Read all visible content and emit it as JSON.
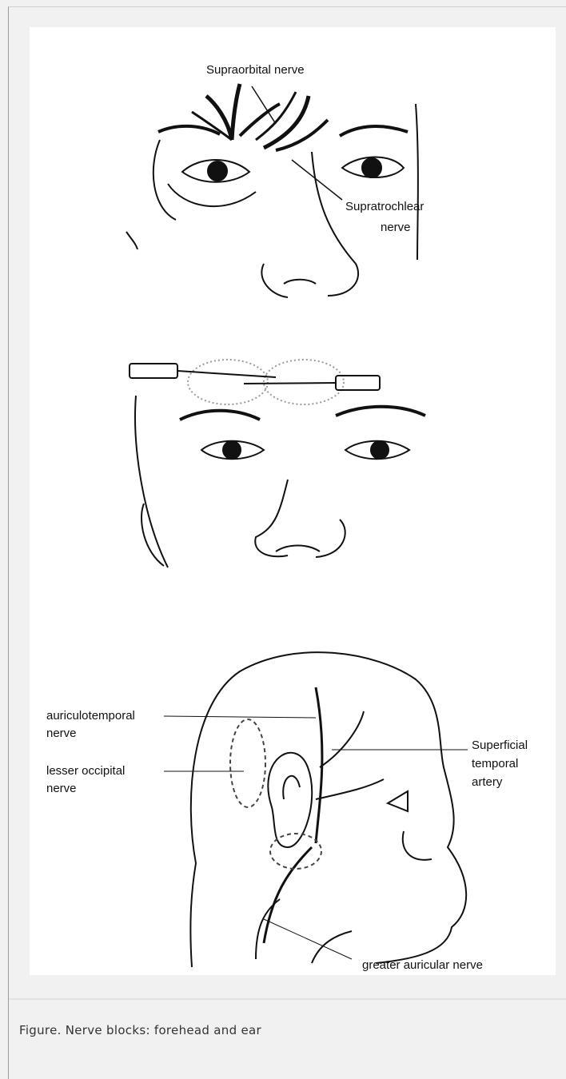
{
  "figure": {
    "panel1": {
      "supraorbital_label": "Supraorbital nerve",
      "supratrochlear_label_line1": "Supratrochlear",
      "supratrochlear_label_line2": "nerve"
    },
    "panel3": {
      "auriculotemporal_line1": "auriculotemporal",
      "auriculotemporal_line2": "nerve",
      "lesser_occipital_line1": "lesser occipital",
      "lesser_occipital_line2": "nerve",
      "superficial_line1": "Superficial",
      "superficial_line2": "temporal",
      "superficial_line3": "artery",
      "greater_auricular": "greater auricular nerve"
    }
  },
  "caption": "Figure. Nerve blocks: forehead and ear"
}
